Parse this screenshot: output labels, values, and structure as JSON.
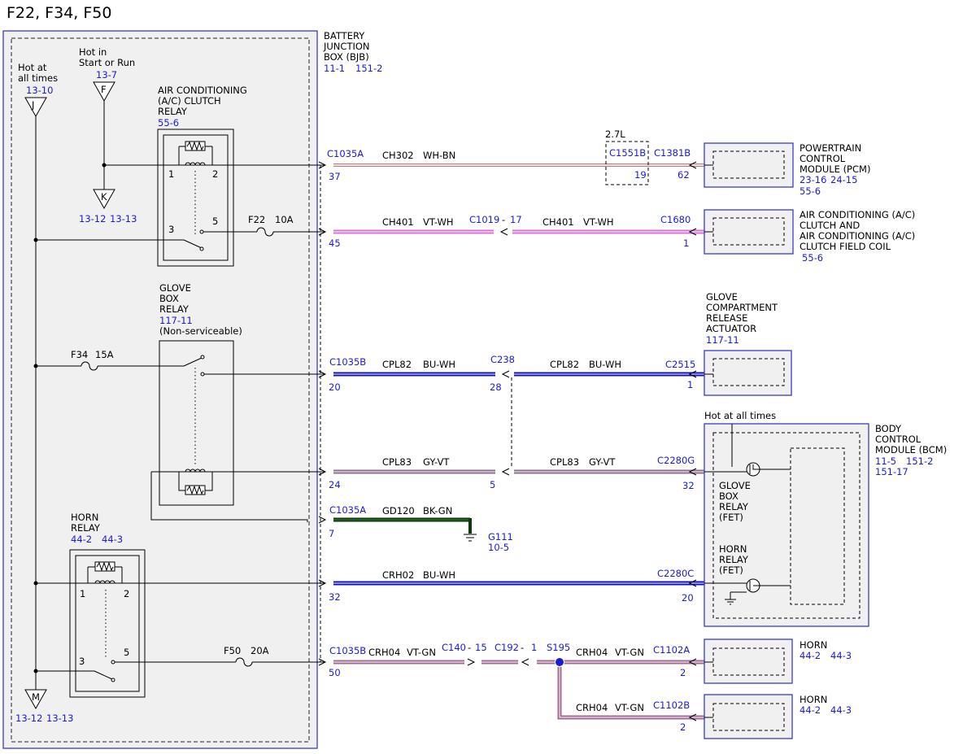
{
  "page_title": "F22, F34, F50",
  "colors": {
    "box_border": "#3a3ad0",
    "ref_text": "#1a1adc",
    "box_fill": "#f0f0f0",
    "wire_wh_bn": "#c87878",
    "wire_vt_wh": "#d870d8",
    "wire_bu_wh": "#1010b8",
    "wire_gy_vt": "#8c6c8c",
    "wire_bk_gn": "#103810",
    "wire_vt_gn": "#a06890"
  },
  "bjb": {
    "l1": "BATTERY",
    "l2": "JUNCTION",
    "l3": "BOX (BJB)",
    "ref1": "11-1",
    "ref2": "151-2"
  },
  "hot_at_all_times": {
    "l1": "Hot at",
    "l2": "all times",
    "ref": "13-10",
    "pin": "J"
  },
  "hot_in_start": {
    "l1": "Hot in",
    "l2": "Start or Run",
    "ref": "13-7",
    "pin": "F"
  },
  "pin_k": {
    "pin": "K",
    "ref1": "13-12",
    "ref2": "13-13"
  },
  "pin_m": {
    "pin": "M",
    "ref1": "13-12",
    "ref2": "13-13"
  },
  "ac_relay": {
    "l1": "AIR CONDITIONING",
    "l2": "(A/C) CLUTCH",
    "l3": "RELAY",
    "ref": "55-6",
    "p1": "1",
    "p2": "2",
    "p3": "3",
    "p5": "5"
  },
  "glove_relay": {
    "l1": "GLOVE",
    "l2": "BOX",
    "l3": "RELAY",
    "ref": "117-11",
    "note": "(Non-serviceable)"
  },
  "horn_relay": {
    "l1": "HORN",
    "l2": "RELAY",
    "ref1": "44-2",
    "ref2": "44-3",
    "p1": "1",
    "p2": "2",
    "p3": "3",
    "p5": "5"
  },
  "fuses": {
    "f22": {
      "name": "F22",
      "amp": "10A"
    },
    "f34": {
      "name": "F34",
      "amp": "15A"
    },
    "f50": {
      "name": "F50",
      "amp": "20A"
    }
  },
  "wire1": {
    "conn_left": "C1035A",
    "pin_left": "37",
    "circuit": "CH302",
    "color": "WH-BN",
    "engine": "2.7L",
    "inline_conn": "C1551B",
    "inline_pin": "19",
    "conn_right": "C1381B",
    "pin_right": "62"
  },
  "wire2": {
    "pin_left": "45",
    "circuit_a": "CH401",
    "color_a": "VT-WH",
    "inline_conn": "C1019",
    "dash": "-",
    "inline_pin": "17",
    "circuit_b": "CH401",
    "color_b": "VT-WH",
    "conn_right": "C1680",
    "pin_right": "1"
  },
  "wire3": {
    "conn_left": "C1035B",
    "pin_left": "20",
    "circuit_a": "CPL82",
    "color_a": "BU-WH",
    "inline_conn": "C238",
    "inline_pin": "28",
    "circuit_b": "CPL82",
    "color_b": "BU-WH",
    "conn_right": "C2515",
    "pin_right": "1"
  },
  "wire4": {
    "pin_left": "24",
    "circuit_a": "CPL83",
    "color_a": "GY-VT",
    "inline_pin": "5",
    "circuit_b": "CPL83",
    "color_b": "GY-VT",
    "conn_right": "C2280G",
    "pin_right": "32"
  },
  "wire5": {
    "conn_left": "C1035A",
    "pin_left": "7",
    "circuit": "GD120",
    "color": "BK-GN",
    "ground": "G111",
    "ground_ref": "10-5"
  },
  "wire6": {
    "pin_left": "32",
    "circuit": "CRH02",
    "color": "BU-WH",
    "conn_right": "C2280C",
    "pin_right": "20"
  },
  "wire7": {
    "conn_left": "C1035B",
    "pin_left": "50",
    "circuit_a": "CRH04",
    "color_a": "VT-GN",
    "c140": "C140",
    "dash1": "-",
    "c140_pin": "15",
    "c192": "C192",
    "dash2": "-",
    "c192_pin": "1",
    "splice": "S195",
    "circuit_b": "CRH04",
    "color_b": "VT-GN",
    "conn_right": "C1102A",
    "pin_right": "2"
  },
  "wire8": {
    "circuit": "CRH04",
    "color": "VT-GN",
    "conn_right": "C1102B",
    "pin_right": "2"
  },
  "pcm": {
    "l1": "POWERTRAIN",
    "l2": "CONTROL",
    "l3": "MODULE (PCM)",
    "ref1": "23-16",
    "ref2": "24-15",
    "ref3": "55-6"
  },
  "ac_clutch": {
    "l1": "AIR CONDITIONING (A/C)",
    "l2": "CLUTCH AND",
    "l3": "AIR CONDITIONING (A/C)",
    "l4": "CLUTCH FIELD COIL",
    "ref": "55-6"
  },
  "glove_actuator": {
    "l1": "GLOVE",
    "l2": "COMPARTMENT",
    "l3": "RELEASE",
    "l4": "ACTUATOR",
    "ref": "117-11"
  },
  "bcm": {
    "l1": "BODY",
    "l2": "CONTROL",
    "l3": "MODULE (BCM)",
    "ref1": "11-5",
    "ref2": "151-2",
    "ref3": "151-17",
    "hot": "Hot at all times",
    "glove_l1": "GLOVE",
    "glove_l2": "BOX",
    "glove_l3": "RELAY",
    "glove_l4": "(FET)",
    "horn_l1": "HORN",
    "horn_l2": "RELAY",
    "horn_l3": "(FET)"
  },
  "horn1": {
    "label": "HORN",
    "ref1": "44-2",
    "ref2": "44-3"
  },
  "horn2": {
    "label": "HORN",
    "ref1": "44-2",
    "ref2": "44-3"
  }
}
